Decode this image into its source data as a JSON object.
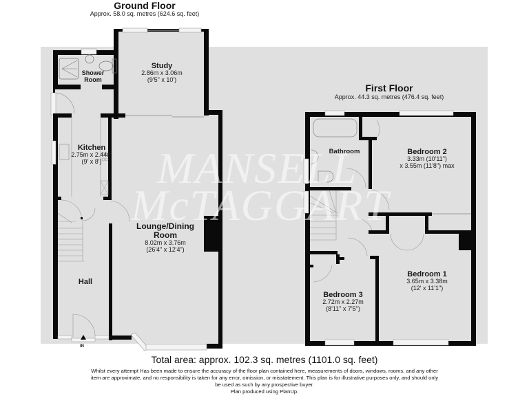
{
  "ground_floor": {
    "title": "Ground Floor",
    "area": "Approx. 58.0 sq. metres (624.6 sq. feet)",
    "rooms": [
      {
        "name": "Study",
        "dim_m": "2.86m x 3.06m",
        "dim_ft": "(9'5\" x 10')"
      },
      {
        "name_line1": "Shower",
        "name_line2": "Room"
      },
      {
        "name": "Kitchen",
        "dim_m": "2.75m x 2.44m",
        "dim_ft": "(9' x 8')"
      },
      {
        "name_line1": "Lounge/Dining",
        "name_line2": "Room",
        "dim_m": "8.02m x 3.76m",
        "dim_ft": "(26'4\" x 12'4\")"
      },
      {
        "name": "Hall"
      }
    ],
    "entrance_label": "IN"
  },
  "first_floor": {
    "title": "First Floor",
    "area": "Approx. 44.3 sq. metres (476.4 sq. feet)",
    "rooms": [
      {
        "name": "Bathroom"
      },
      {
        "name": "Bedroom 2",
        "dim_m": "3.33m (10'11\")",
        "dim_ft": "x 3.55m (11'8\") max"
      },
      {
        "name": "Bedroom 1",
        "dim_m": "3.65m x 3.38m",
        "dim_ft": "(12' x 11'1\")"
      },
      {
        "name": "Bedroom 3",
        "dim_m": "2.72m x 2.27m",
        "dim_ft": "(8'11\" x 7'5\")"
      }
    ]
  },
  "watermark": {
    "line1": "MANSELL",
    "line2": "McTAGGART"
  },
  "total_area": "Total area: approx. 102.3 sq. metres (1101.0 sq. feet)",
  "disclaimer": {
    "line1": "Whilst every attempt Has been made to ensure the accuracy of the floor plan contained here, measurements of doors, windows, rooms, and any other",
    "line2": "item are approximate, and no responsibility is taken for any error, omission, or misstatement. This plan is for illustrative purposes only, and should only",
    "line3": "be used as such by any prospective buyer.",
    "line4": "Plan produced using PlanUp."
  },
  "colors": {
    "background_band": "#e0e0e0",
    "wall": "#0a0a0a",
    "room_fill": "#e0e0e0",
    "window": "#f4f4f4"
  }
}
